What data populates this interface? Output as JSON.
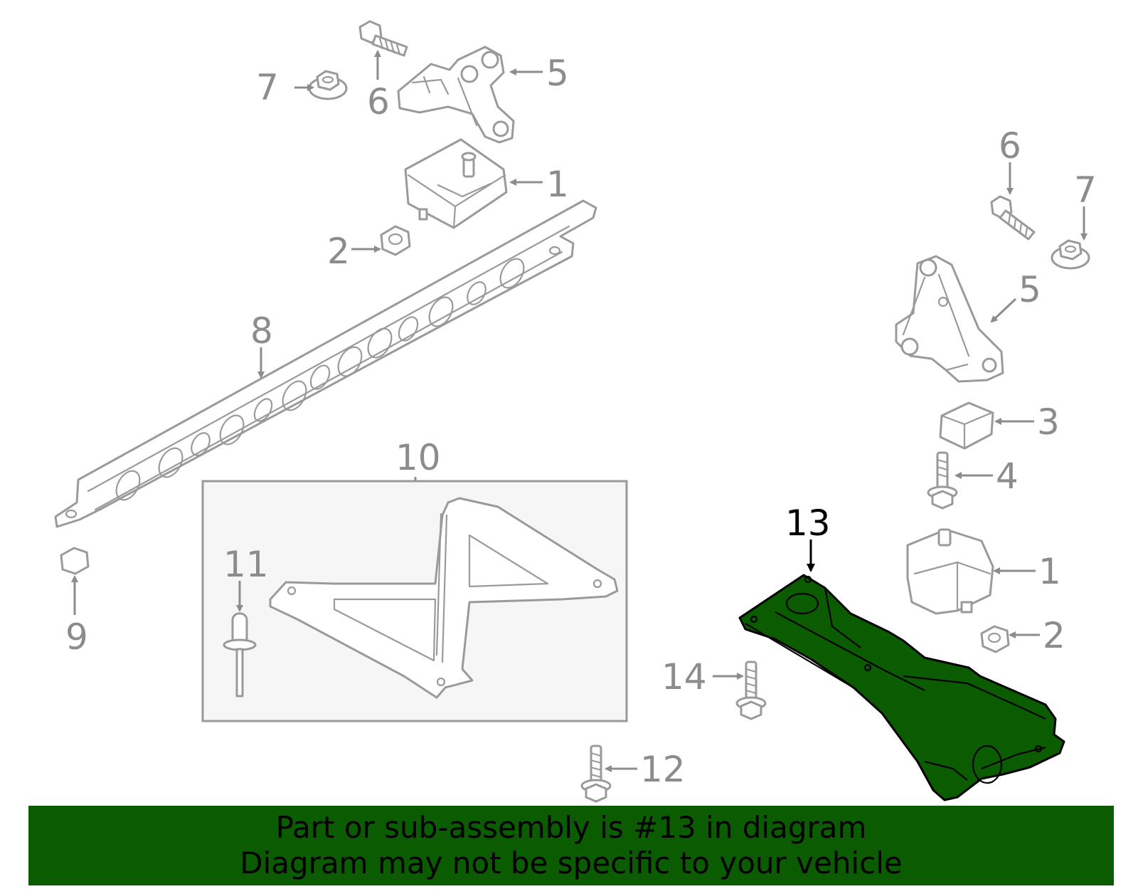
{
  "callouts": {
    "c1a": "1",
    "c1b": "1",
    "c2a": "2",
    "c2b": "2",
    "c3": "3",
    "c4": "4",
    "c5a": "5",
    "c5b": "5",
    "c6a": "6",
    "c6b": "6",
    "c7a": "7",
    "c7b": "7",
    "c8": "8",
    "c9": "9",
    "c10": "10",
    "c11": "11",
    "c12": "12",
    "c13": "13",
    "c14": "14"
  },
  "highlight": {
    "part_number": "13",
    "color": "#0b5c00"
  },
  "banner": {
    "line1": "Part or sub-assembly is #13 in diagram",
    "line2": "Diagram may not be specific to your vehicle",
    "background": "#0b5c00"
  }
}
